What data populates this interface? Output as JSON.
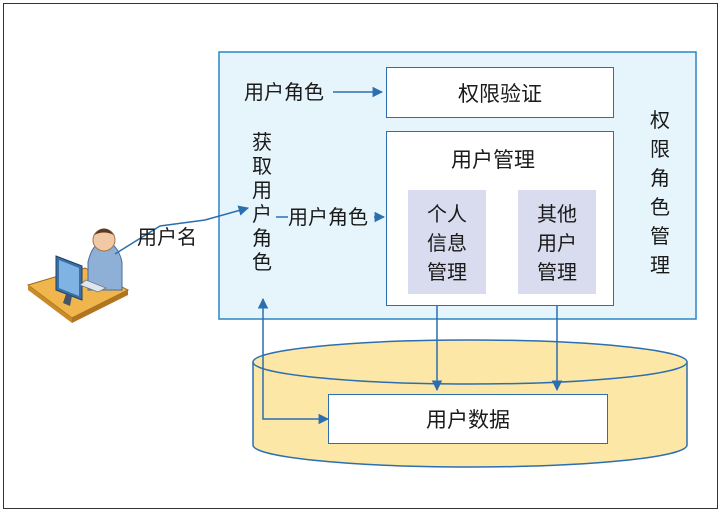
{
  "user_label": "用户名",
  "get_role_vertical": "获取用户角色",
  "role_label_top": "用户角色",
  "role_label_mid": "用户角色",
  "auth_box": "权限验证",
  "user_mgmt_title": "用户管理",
  "personal_info_mgmt": "个人信息管理",
  "other_user_mgmt": "其他用户管理",
  "perm_role_mgmt_vertical": "权限角色管理",
  "user_data": "用户数据",
  "icons": {
    "user": "person-at-computer-icon"
  },
  "colors": {
    "module_fill": "#e6f5fc",
    "module_border": "#2b86c5",
    "db_fill": "#fde7a6",
    "arrow": "#2b6fb0",
    "sub_fill": "#d9dcef"
  }
}
